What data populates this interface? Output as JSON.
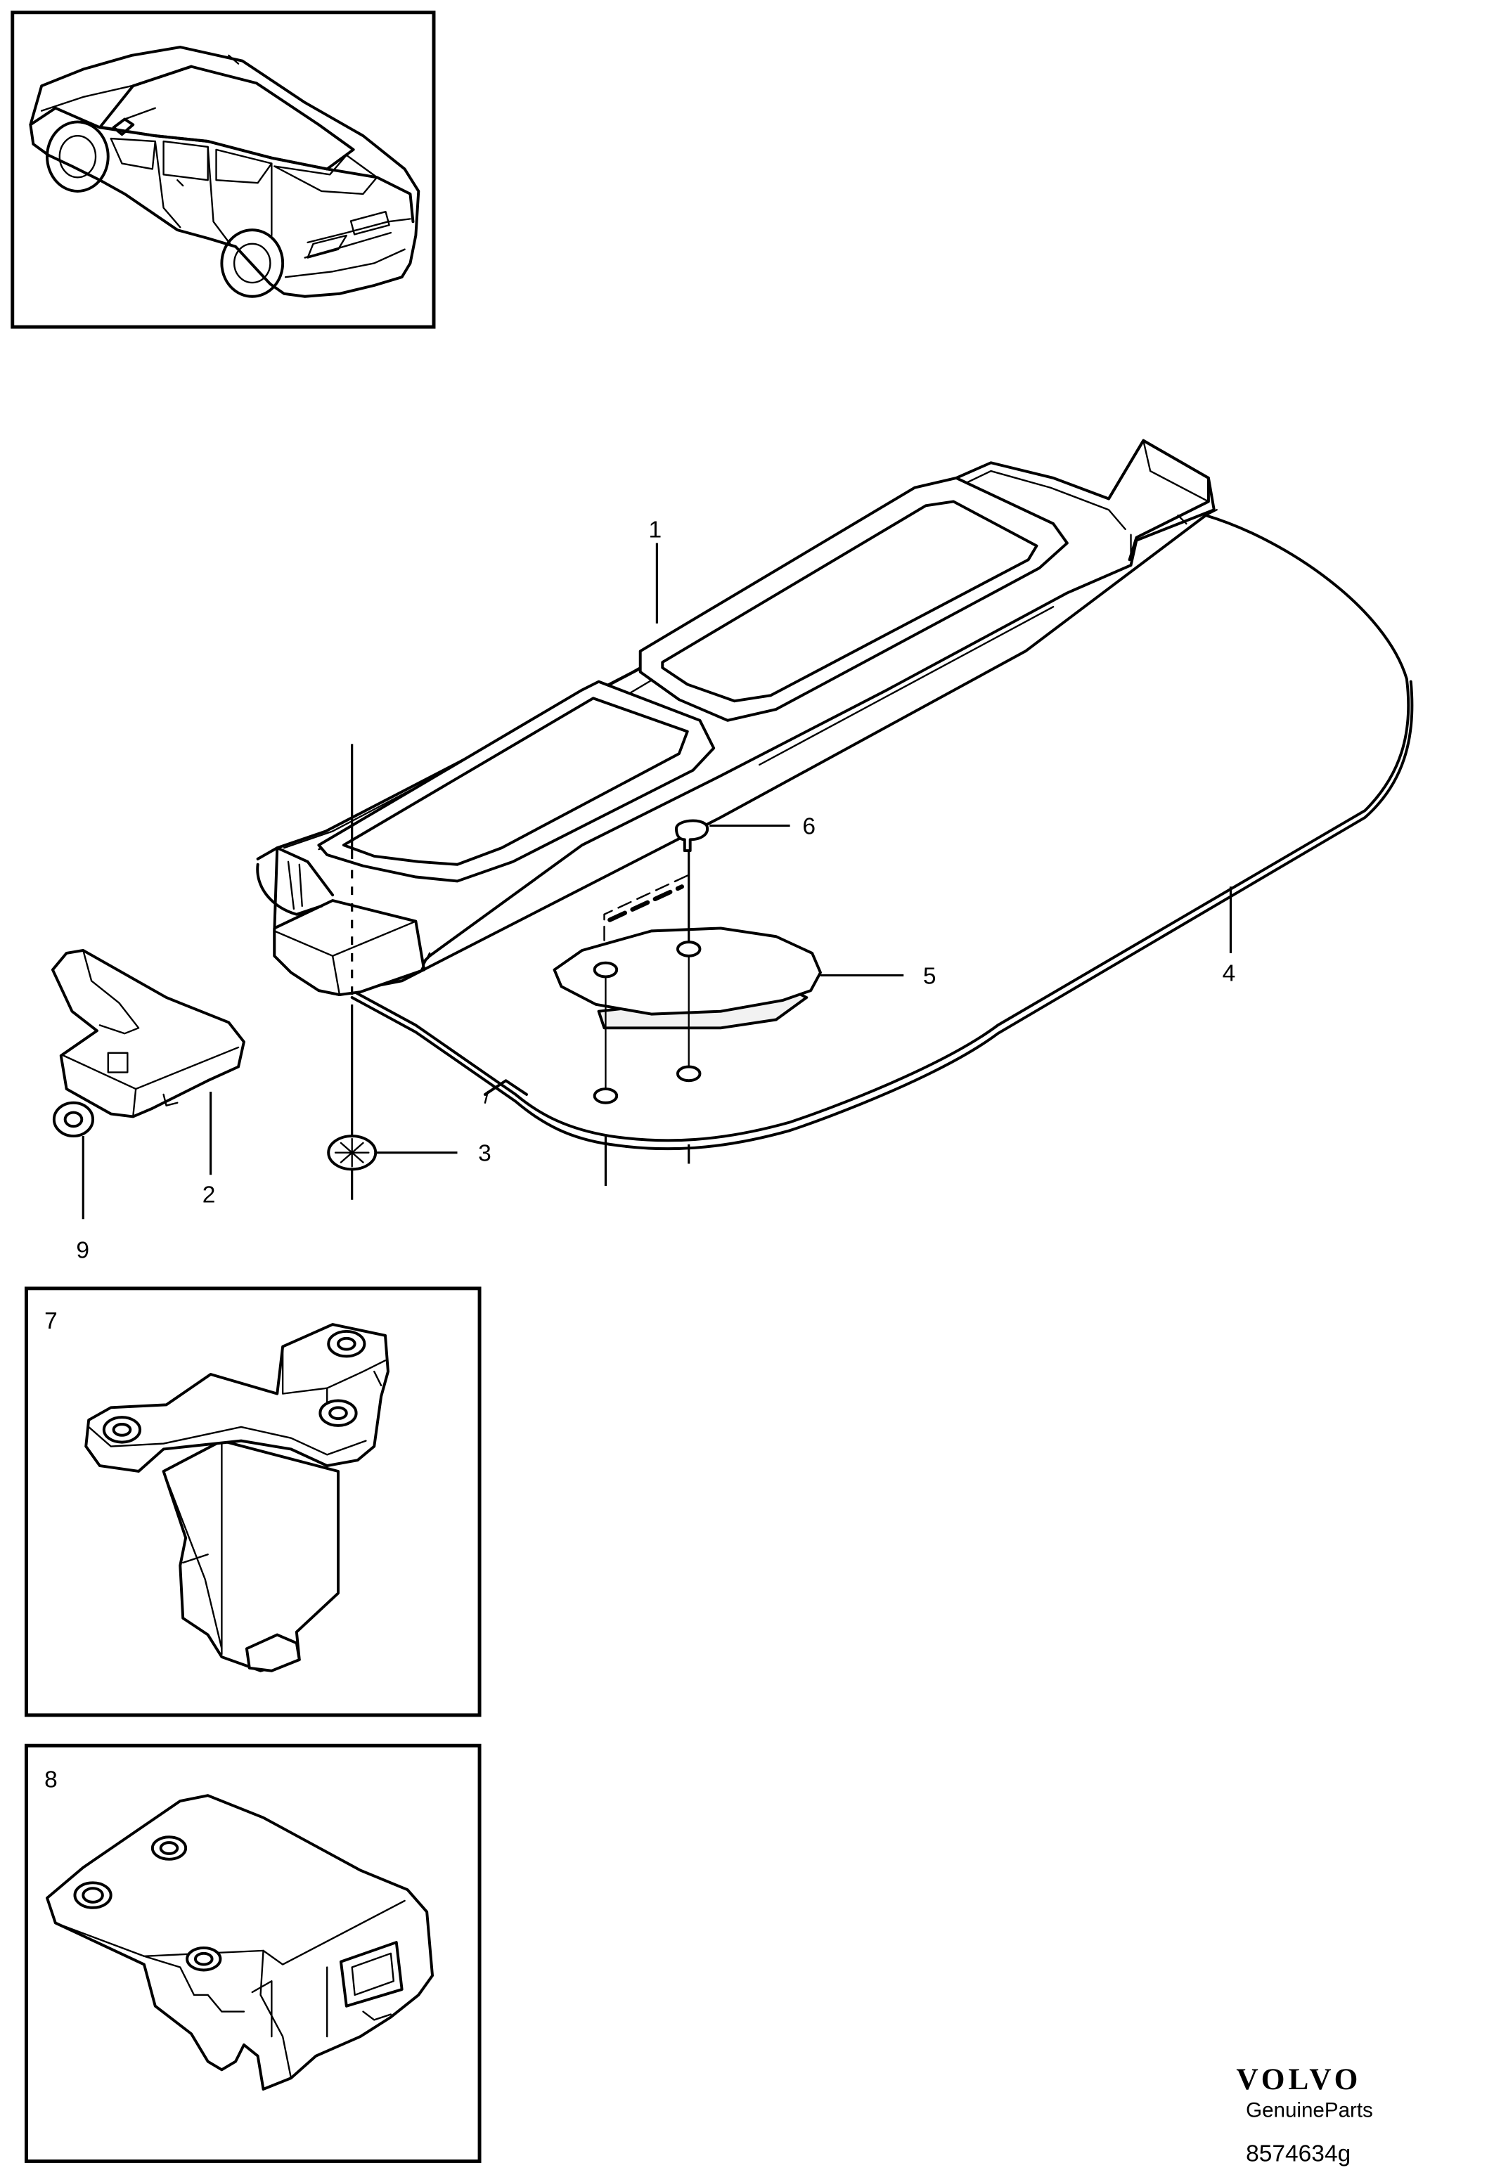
{
  "diagram": {
    "callouts": {
      "sun_visor": "1",
      "cover": "2",
      "clip": "3",
      "visor_panel": "4",
      "mirror_cover": "5",
      "rivet": "6",
      "bracket_detail_7": "7",
      "bracket_detail_8": "8",
      "washer": "9"
    }
  },
  "branding": {
    "brand": "VOLVO",
    "subtitle": "GenuineParts",
    "reference": "8574634g"
  }
}
